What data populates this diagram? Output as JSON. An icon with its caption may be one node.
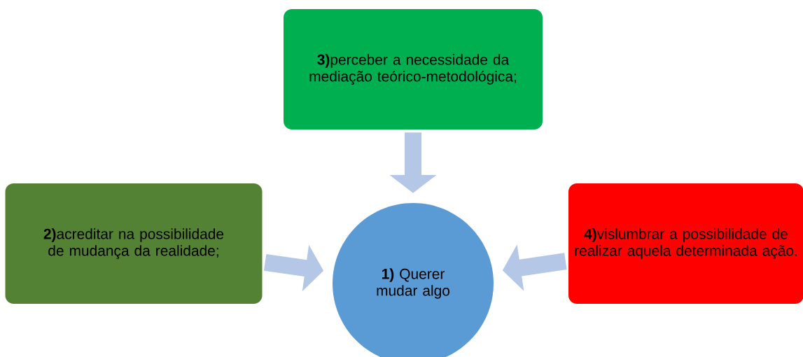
{
  "diagram": {
    "nodes": [
      {
        "text": [
          "**3)**perceber a necessidade da mediação teórico-metodológica;"
        ]
      },
      {
        "text": [
          "**2)**acreditar na possibilidade de mudança da realidade;"
        ]
      },
      {
        "text": [
          "**1)** Querer mudar algo"
        ]
      },
      {
        "text": [
          "**4)**vislumbrar a possibilidade de realizar aquela determinada ação."
        ]
      }
    ],
    "edges": [
      {
        "from": 0,
        "to": 2,
        "arrow": "to"
      },
      {
        "from": 1,
        "to": 2,
        "arrow": "to"
      },
      {
        "from": 3,
        "to": 2,
        "arrow": "to"
      }
    ]
  }
}
